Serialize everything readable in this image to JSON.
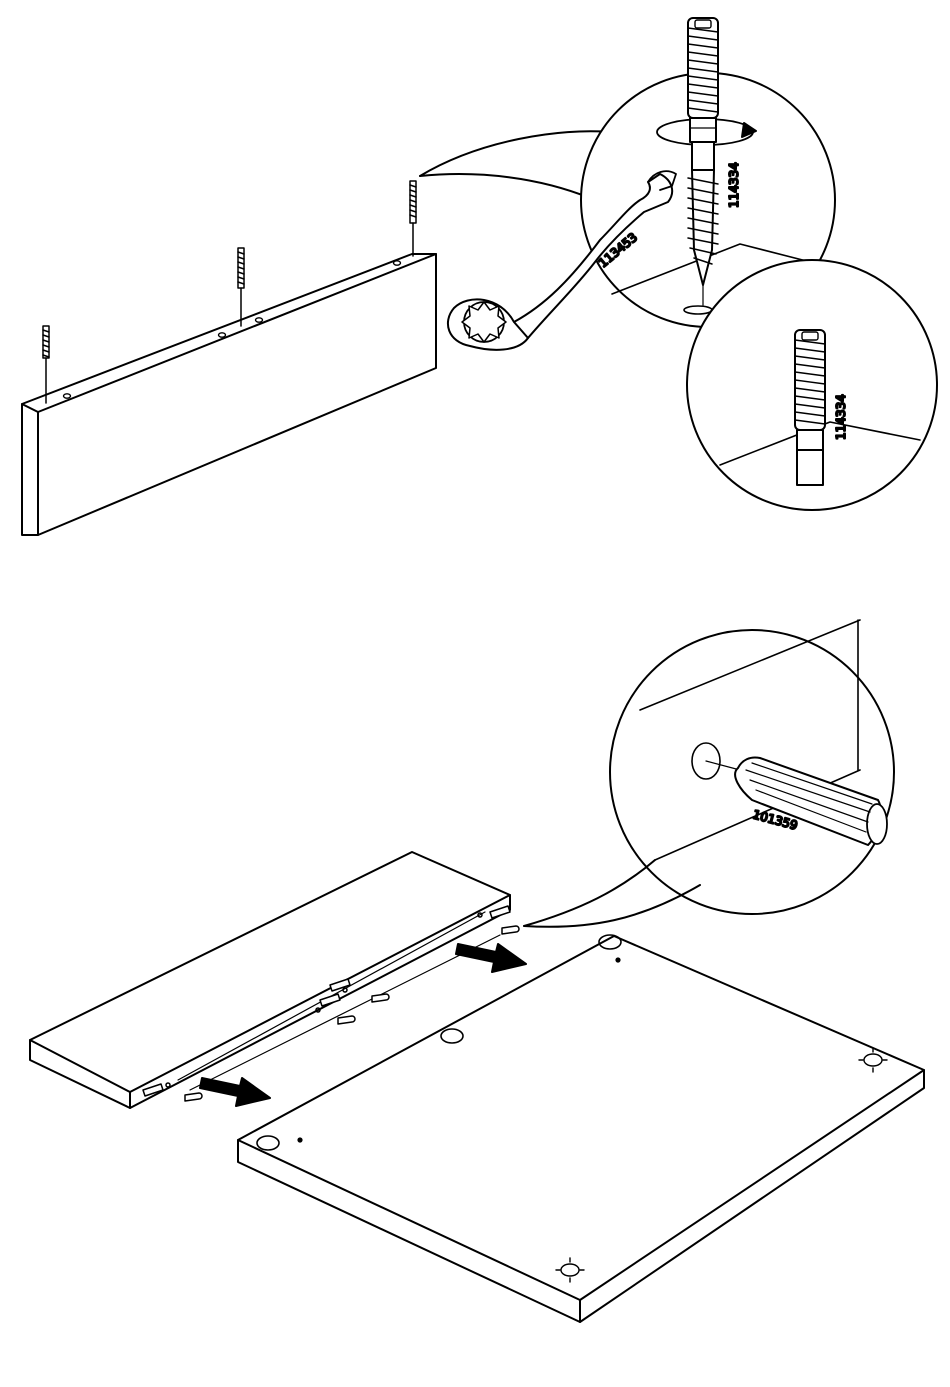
{
  "part_numbers": {
    "wrench": "113453",
    "bolt_top": "114334",
    "bolt_bottom": "114334",
    "dowel": "101359"
  },
  "colors": {
    "line": "#000000",
    "fill": "#ffffff"
  }
}
